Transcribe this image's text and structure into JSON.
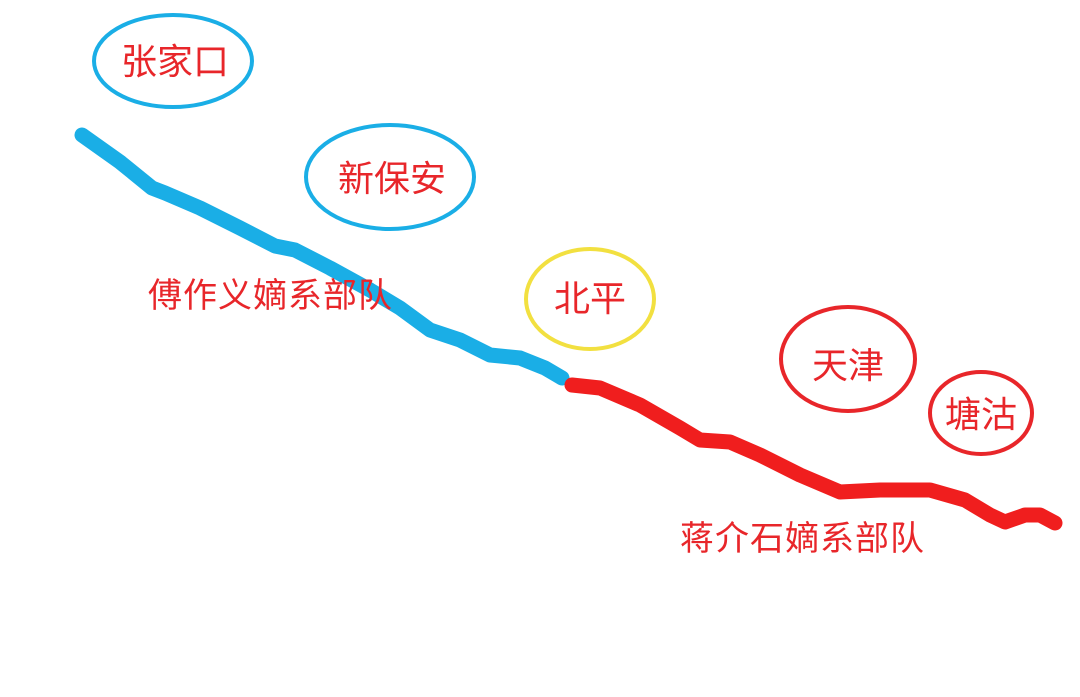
{
  "colors": {
    "fu_line": "#1aaee6",
    "chiang_line": "#f01e1e",
    "text": "#e8262a",
    "beiping_ring": "#f2e040",
    "blue_ring": "#1aaee6",
    "red_ring": "#e8262a"
  },
  "cities": [
    {
      "name": "张家口",
      "ring": "blue"
    },
    {
      "name": "新保安",
      "ring": "blue"
    },
    {
      "name": "北平",
      "ring": "yellow"
    },
    {
      "name": "天津",
      "ring": "red"
    },
    {
      "name": "塘沽",
      "ring": "red"
    }
  ],
  "troops": {
    "fu": "傅作义嫡系部队",
    "chiang": "蒋介石嫡系部队"
  }
}
